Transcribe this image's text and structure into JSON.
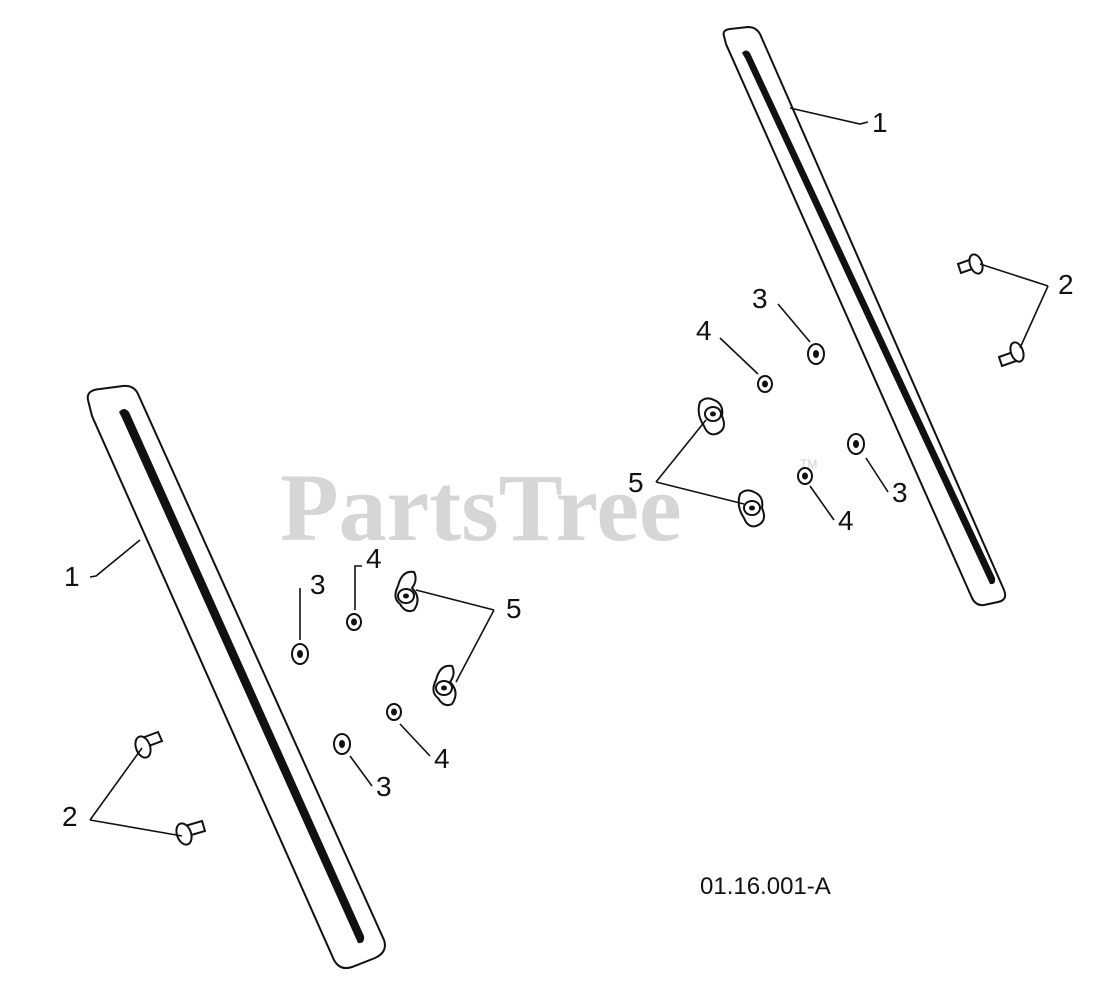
{
  "watermark": {
    "text": "PartsTree",
    "trademark": "TM"
  },
  "diagram_code": "01.16.001-A",
  "callouts": {
    "rail_left": "1",
    "rail_right": "1",
    "bolts_left": "2",
    "bolts_right": "2",
    "washer_a": "3",
    "washer_b": "3",
    "washer_c": "3",
    "washer_d": "3",
    "nut_a": "4",
    "nut_b": "4",
    "nut_c": "4",
    "nut_d": "4",
    "wingnuts_left": "5",
    "wingnuts_right": "5"
  }
}
